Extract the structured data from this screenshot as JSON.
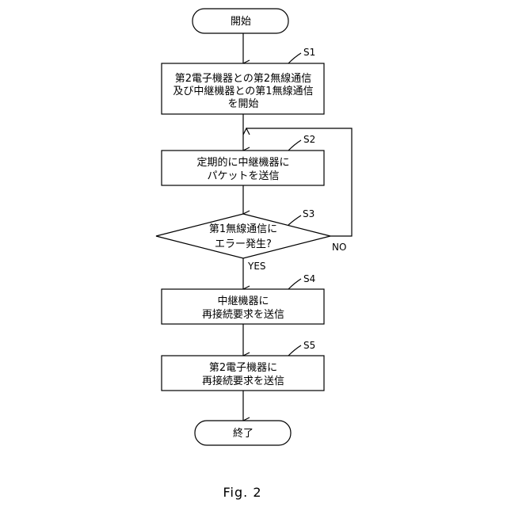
{
  "start": {
    "text": "開始"
  },
  "steps": [
    {
      "id": "S1",
      "lines": [
        "第2電子機器との第2無線通信",
        "及び中継機器との第1無線通信",
        "を開始"
      ]
    },
    {
      "id": "S2",
      "lines": [
        "定期的に中継機器に",
        "パケットを送信"
      ]
    },
    {
      "id": "S3",
      "lines": [
        "第1無線通信に",
        "エラー発生?"
      ]
    },
    {
      "id": "S4",
      "lines": [
        "中継機器に",
        "再接続要求を送信"
      ]
    },
    {
      "id": "S5",
      "lines": [
        "第2電子機器に",
        "再接続要求を送信"
      ]
    }
  ],
  "end": {
    "text": "終了"
  },
  "decision": {
    "yes": "YES",
    "no": "NO"
  },
  "caption": "Fig. 2"
}
